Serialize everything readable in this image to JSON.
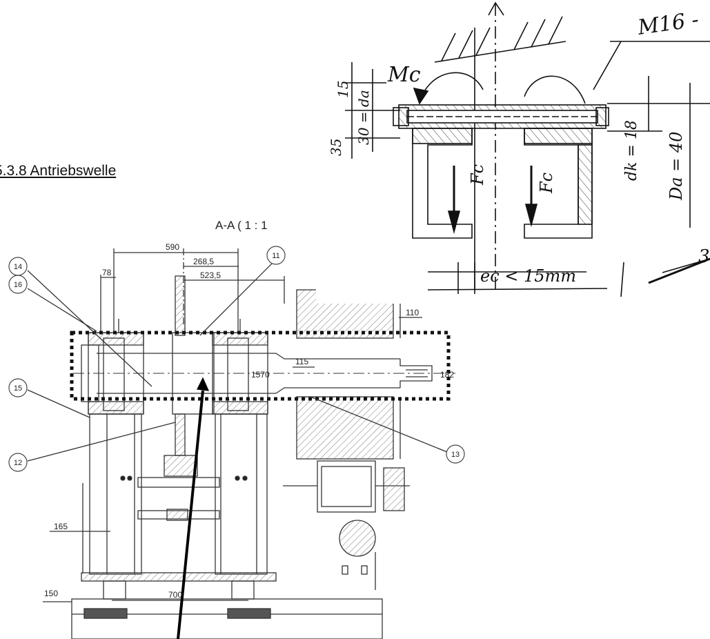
{
  "heading": "5.3.8 Antriebswelle",
  "section_label": "A-A  ( 1 : 1",
  "dimensions": [
    "590",
    "268,5",
    "523,5",
    "78",
    "110",
    "115",
    "1570",
    "182",
    "165",
    "150",
    "700"
  ],
  "balloons": [
    "14",
    "11",
    "16",
    "15",
    "12",
    "13"
  ],
  "sketch": {
    "thread": "M16 -",
    "moment": "Mc",
    "force_left": "Fc",
    "force_right": "Fc",
    "dim_15": "15",
    "dim_30": "30 = da",
    "dim_35": "35",
    "dim_18": "dk = 18",
    "dim_40": "Da = 40",
    "eccentricity": "ec < 15mm",
    "cut_3": "3"
  }
}
